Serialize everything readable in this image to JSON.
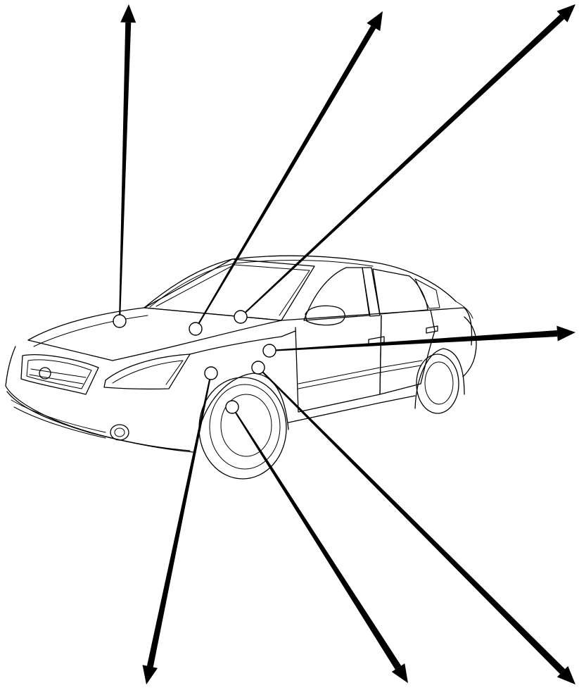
{
  "diagram": {
    "subject": "sedan-front-three-quarter-line-drawing",
    "colors": {
      "line": "#000000",
      "background": "#ffffff",
      "marker_fill": "#ffffff"
    },
    "callouts": [
      {
        "id": "hood-left"
      },
      {
        "id": "windshield-center"
      },
      {
        "id": "windshield-right"
      },
      {
        "id": "front-door-edge"
      },
      {
        "id": "front-fender-upper"
      },
      {
        "id": "front-wheel-hub"
      },
      {
        "id": "front-bumper-corner"
      }
    ]
  }
}
